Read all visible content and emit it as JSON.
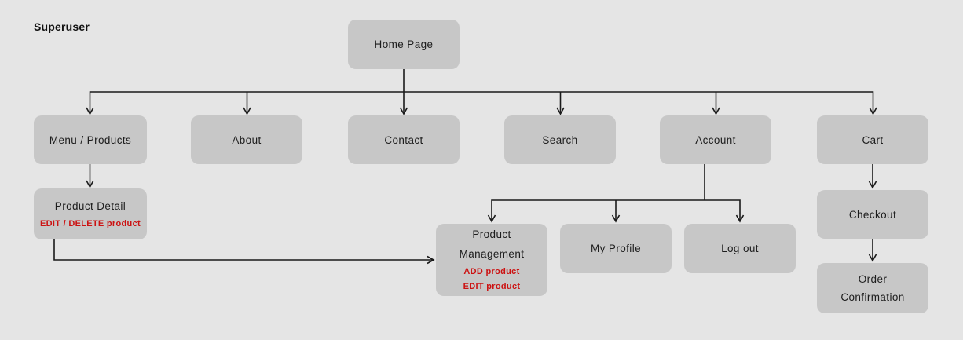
{
  "header": {
    "role_label": "Superuser"
  },
  "colors": {
    "background": "#e5e5e5",
    "node_fill": "#c7c7c7",
    "text": "#1d1d1d",
    "action_red": "#cc1212",
    "line": "#1a1a1a"
  },
  "nodes": {
    "home_page": {
      "label": "Home Page"
    },
    "menu_products": {
      "label": "Menu / Products"
    },
    "about": {
      "label": "About"
    },
    "contact": {
      "label": "Contact"
    },
    "search": {
      "label": "Search"
    },
    "account": {
      "label": "Account"
    },
    "cart": {
      "label": "Cart"
    },
    "product_detail": {
      "label": "Product Detail",
      "actions": [
        "EDIT / DELETE product"
      ]
    },
    "product_management": {
      "label_lines": [
        "Product",
        "Management"
      ],
      "actions": [
        "ADD product",
        "EDIT product"
      ]
    },
    "my_profile": {
      "label": "My Profile"
    },
    "log_out": {
      "label": "Log out"
    },
    "checkout": {
      "label": "Checkout"
    },
    "order_confirmation": {
      "label_lines": [
        "Order",
        "Confirmation"
      ]
    }
  }
}
